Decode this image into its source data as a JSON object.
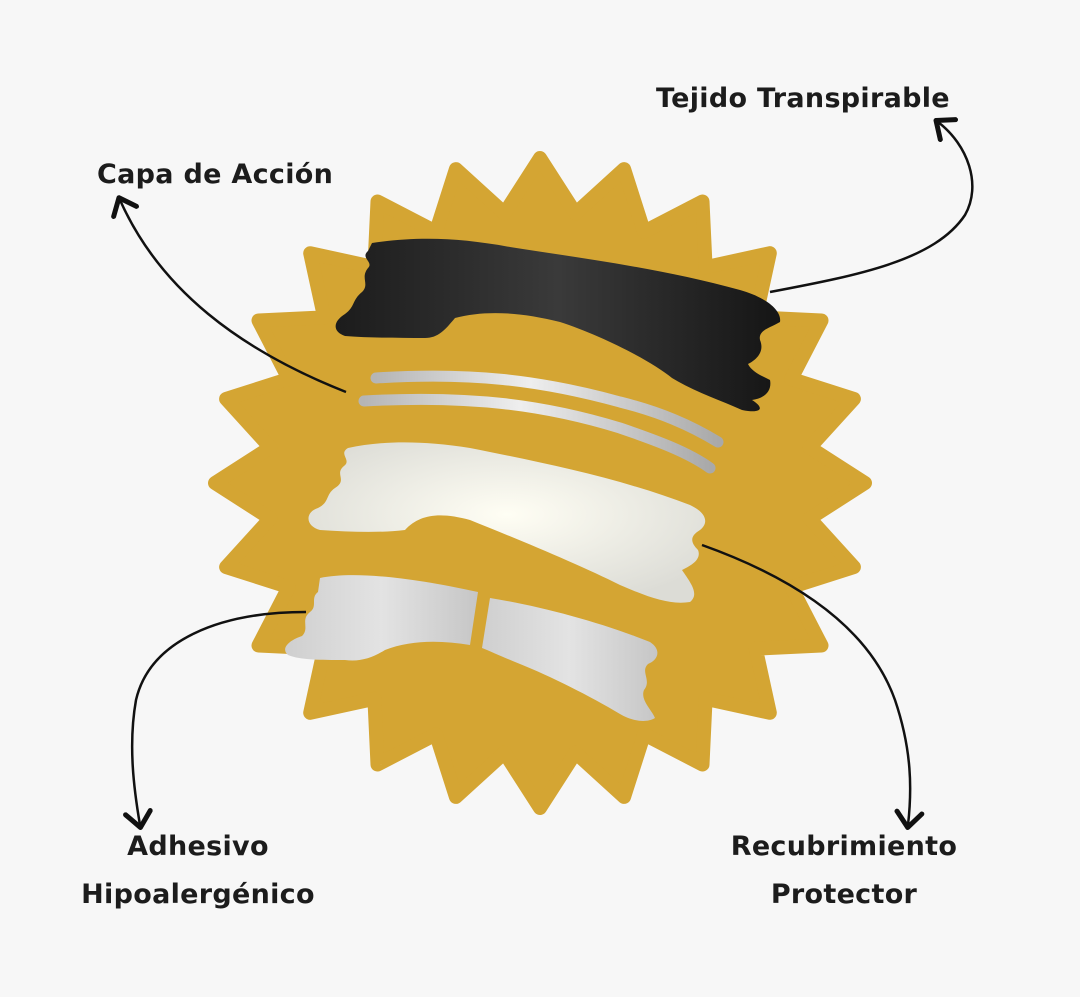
{
  "colors": {
    "background": "#f7f7f7",
    "badge": "#d4a533",
    "fabric_layer": "#262626",
    "action_layer": "#c8c8c8",
    "protective_layer": "#eeeeea",
    "adhesive_layer": "#d6d6d6",
    "text": "#1c1c1c"
  },
  "labels": {
    "breathable_fabric": "Tejido Transpirable",
    "action_layer": "Capa de Acción",
    "adhesive_line1": "Adhesivo",
    "adhesive_line2": "Hipoalergénico",
    "protective_line1": "Recubrimiento",
    "protective_line2": "Protector"
  }
}
